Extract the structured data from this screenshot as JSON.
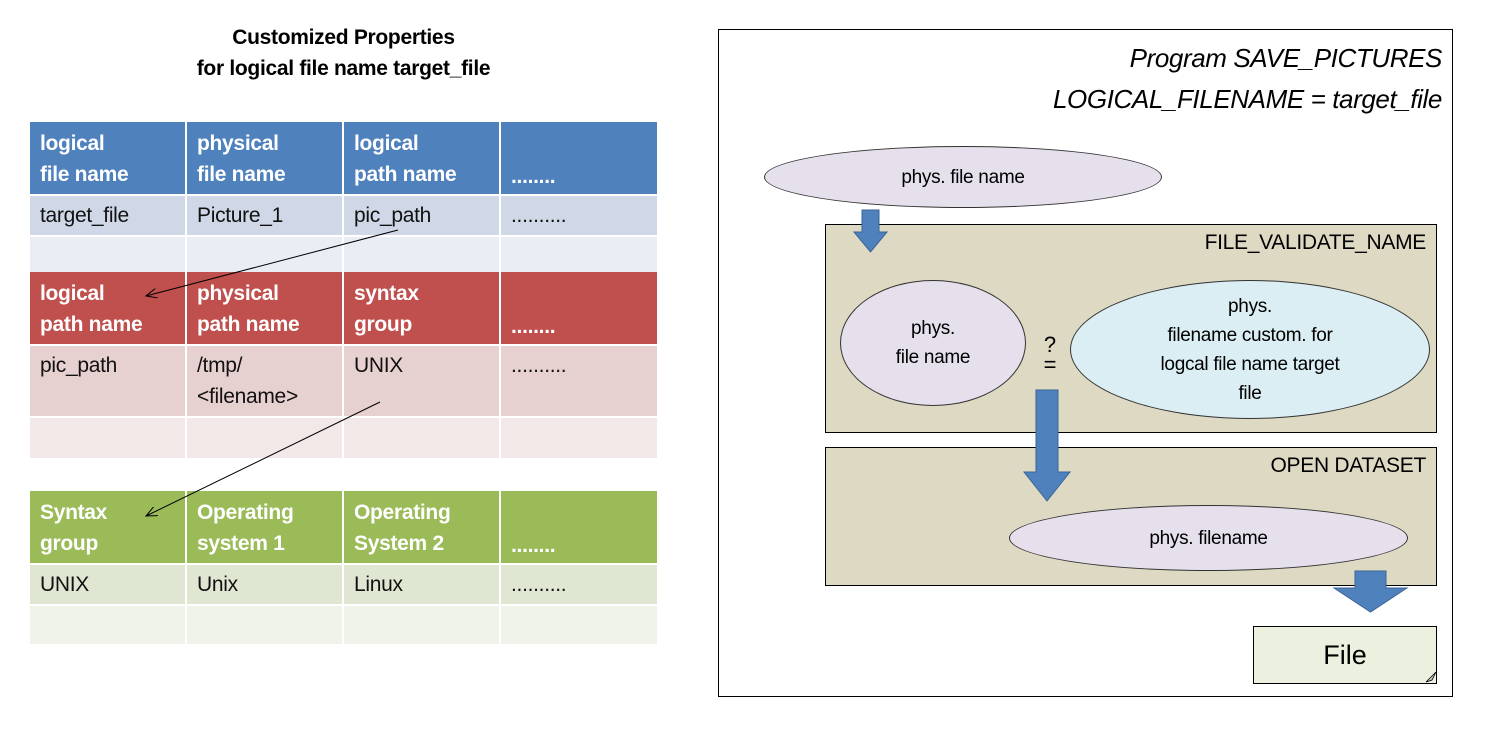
{
  "title": {
    "line1": "Customized Properties",
    "line2": "for logical file name target_file"
  },
  "colors": {
    "blue_header": "#4f81bd",
    "red_header": "#c0504d",
    "green_header": "#9bbb59",
    "stage_fill": "#ddd9c3",
    "arrow_fill": "#4f81bd",
    "ellipse_lavender": "#e5e0ec",
    "ellipse_cyan": "#dbeef3",
    "file_fill": "#ebf1de"
  },
  "tables": [
    {
      "name": "logical-file-table",
      "headers": [
        [
          "logical",
          "file name"
        ],
        [
          "physical",
          "file name"
        ],
        [
          "logical",
          "path name"
        ],
        "........"
      ],
      "rows": [
        [
          "target_file",
          "Picture_1",
          "pic_path",
          ".........."
        ],
        [
          "",
          "",
          "",
          ""
        ]
      ]
    },
    {
      "name": "logical-path-table",
      "headers": [
        [
          "logical",
          "path name"
        ],
        [
          "physical",
          "path name"
        ],
        [
          "syntax",
          "group"
        ],
        "........"
      ],
      "rows": [
        [
          "pic_path",
          [
            "/tmp/",
            "<filename>"
          ],
          "UNIX",
          ".........."
        ],
        [
          "",
          "",
          "",
          ""
        ]
      ]
    },
    {
      "name": "syntax-group-table",
      "headers": [
        [
          "Syntax",
          "group"
        ],
        [
          "Operating",
          "system 1"
        ],
        [
          "Operating",
          "System 2"
        ],
        "........"
      ],
      "rows": [
        [
          "UNIX",
          "Unix",
          "Linux",
          ".........."
        ],
        [
          "",
          "",
          "",
          ""
        ]
      ]
    }
  ],
  "program": {
    "title_line1": "Program SAVE_PICTURES",
    "title_line2": "LOGICAL_FILENAME = target_file",
    "input_ellipse": "phys. file name",
    "validate_stage": {
      "label": "FILE_VALIDATE_NAME",
      "left_ellipse": [
        "phys.",
        "file name"
      ],
      "compare_symbol_top": "?",
      "compare_symbol_bottom": "=",
      "right_ellipse": [
        "phys.",
        "filename custom. for",
        "logcal file name target",
        "file"
      ]
    },
    "open_stage": {
      "label": "OPEN DATASET",
      "ellipse": "phys. filename"
    },
    "output": "File"
  }
}
